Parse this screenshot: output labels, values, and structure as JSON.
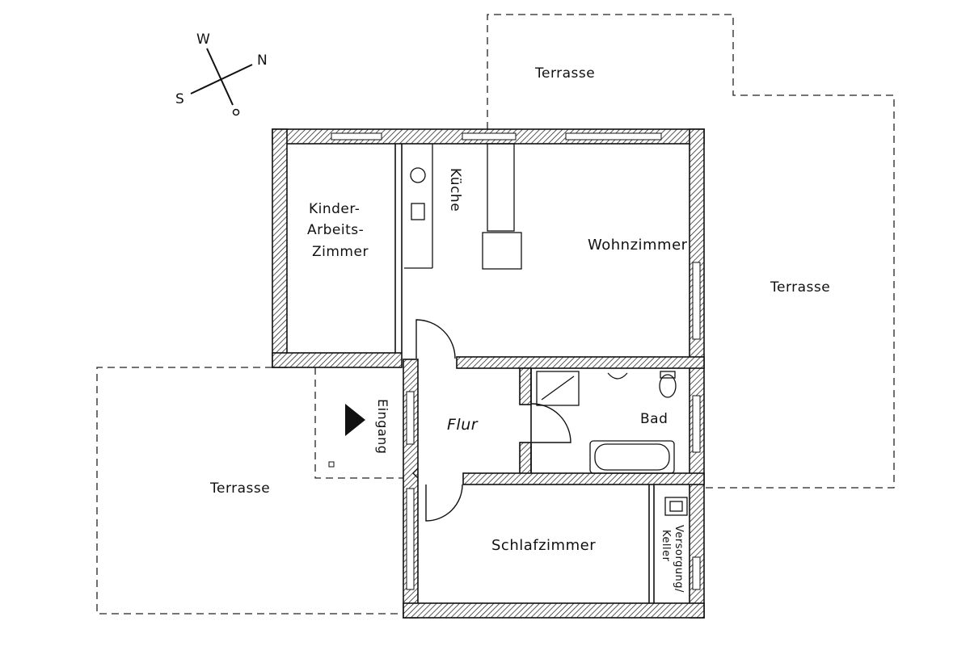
{
  "compass": {
    "w": "W",
    "n": "N",
    "s": "S",
    "o": "O"
  },
  "rooms": {
    "kinder": [
      "Kinder-",
      "Arbeits-",
      "Zimmer"
    ],
    "kueche": "Küche",
    "wohnzimmer": "Wohnzimmer",
    "flur": "Flur",
    "bad": "Bad",
    "schlafzimmer": "Schlafzimmer",
    "versorgung": [
      "Versorgung/",
      "Keller"
    ],
    "eingang": "Eingang"
  },
  "terraces": {
    "top": "Terrasse",
    "right": "Terrasse",
    "left": "Terrasse"
  },
  "colors": {
    "ink": "#111111",
    "background": "#ffffff"
  }
}
